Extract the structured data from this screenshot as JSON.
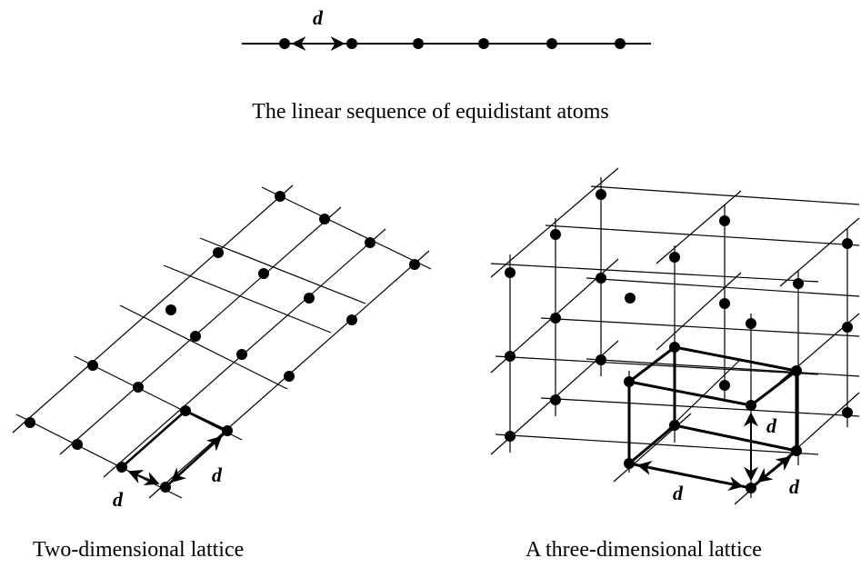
{
  "captions": {
    "linear": "The linear sequence of equidistant atoms",
    "two_d": "Two-dimensional lattice",
    "three_d": "A three-dimensional lattice"
  },
  "labels": {
    "spacing_symbol": "d"
  },
  "colors": {
    "ink": "#000000",
    "background": "#ffffff"
  }
}
